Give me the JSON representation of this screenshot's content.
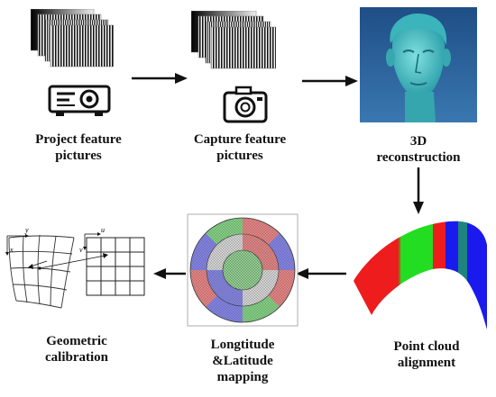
{
  "steps": {
    "project": {
      "line1": "Project feature",
      "line2": "pictures",
      "icon": "projector-icon"
    },
    "capture": {
      "line1": "Capture feature",
      "line2": "pictures",
      "icon": "camera-icon"
    },
    "reconstruction": {
      "line1": "3D",
      "line2": "reconstruction",
      "image": "3d-head-model"
    },
    "alignment": {
      "line1": "Point cloud",
      "line2": "alignment",
      "image": "point-cloud-surface"
    },
    "mapping": {
      "line1": "Longtitude",
      "line2": "&Latitude",
      "line3": "mapping",
      "image": "polar-grid-map"
    },
    "calibration": {
      "line1": "Geometric",
      "line2": "calibration",
      "image": "warped-grid"
    }
  },
  "axis_labels": {
    "y": "y",
    "x": "x",
    "u": "u",
    "v": "v"
  },
  "colors": {
    "arrow": "#111111",
    "head": "#3fb0b8",
    "background_blue": "#2b5f93",
    "cloud_red": "#ee1c1c",
    "cloud_green": "#22dd22",
    "cloud_blue": "#1a1aee"
  }
}
